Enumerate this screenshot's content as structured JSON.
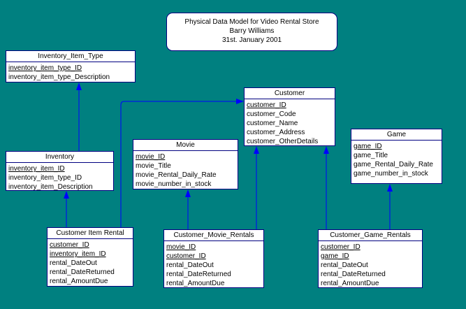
{
  "title": {
    "line1": "Physical Data Model for Video Rental Store",
    "line2": "Barry Williams",
    "line3": "31st. January 2001"
  },
  "colors": {
    "background": "#008080",
    "box_border": "#000080",
    "connector": "#0000ff"
  },
  "entities": {
    "inventory_item_type": {
      "name": "Inventory_Item_Type",
      "attributes": [
        {
          "label": "inventory_item_type_ID",
          "key": true
        },
        {
          "label": "inventory_item_type_Description",
          "key": false
        }
      ]
    },
    "inventory": {
      "name": "Inventory",
      "attributes": [
        {
          "label": "inventory_item_ID",
          "key": true
        },
        {
          "label": "inventory_item_type_ID",
          "key": false
        },
        {
          "label": "inventory_item_Description",
          "key": false
        }
      ]
    },
    "customer": {
      "name": "Customer",
      "attributes": [
        {
          "label": "customer_ID",
          "key": true
        },
        {
          "label": "customer_Code",
          "key": false
        },
        {
          "label": "customer_Name",
          "key": false
        },
        {
          "label": "customer_Address",
          "key": false
        },
        {
          "label": "customer_OtherDetails",
          "key": false
        }
      ]
    },
    "movie": {
      "name": "Movie",
      "attributes": [
        {
          "label": "movie_ID",
          "key": true
        },
        {
          "label": "movie_Title",
          "key": false
        },
        {
          "label": "movie_Rental_Daily_Rate",
          "key": false
        },
        {
          "label": "movie_number_in_stock",
          "key": false
        }
      ]
    },
    "game": {
      "name": "Game",
      "attributes": [
        {
          "label": "game_ID",
          "key": true
        },
        {
          "label": "game_Title",
          "key": false
        },
        {
          "label": "game_Rental_Daily_Rate",
          "key": false
        },
        {
          "label": "game_number_in_stock",
          "key": false
        }
      ]
    },
    "customer_item_rental": {
      "name": "Customer Item Rental",
      "attributes": [
        {
          "label": "customer_ID",
          "key": true
        },
        {
          "label": "inventory_item_ID",
          "key": true
        },
        {
          "label": "rental_DateOut",
          "key": false
        },
        {
          "label": "rental_DateReturned",
          "key": false
        },
        {
          "label": "rental_AmountDue",
          "key": false
        }
      ]
    },
    "customer_movie_rentals": {
      "name": "Customer_Movie_Rentals",
      "attributes": [
        {
          "label": "movie_ID",
          "key": true
        },
        {
          "label": "customer_ID",
          "key": true
        },
        {
          "label": "rental_DateOut",
          "key": false
        },
        {
          "label": "rental_DateReturned",
          "key": false
        },
        {
          "label": "rental_AmountDue",
          "key": false
        }
      ]
    },
    "customer_game_rentals": {
      "name": "Customer_Game_Rentals",
      "attributes": [
        {
          "label": "customer_ID",
          "key": true
        },
        {
          "label": "game_ID",
          "key": true
        },
        {
          "label": "rental_DateOut",
          "key": false
        },
        {
          "label": "rental_DateReturned",
          "key": false
        },
        {
          "label": "rental_AmountDue",
          "key": false
        }
      ]
    }
  },
  "relationships": [
    {
      "from": "inventory",
      "to": "inventory_item_type"
    },
    {
      "from": "customer_item_rental",
      "to": "inventory"
    },
    {
      "from": "customer_item_rental",
      "to": "customer"
    },
    {
      "from": "customer_movie_rentals",
      "to": "movie"
    },
    {
      "from": "customer_movie_rentals",
      "to": "customer"
    },
    {
      "from": "customer_game_rentals",
      "to": "customer"
    },
    {
      "from": "customer_game_rentals",
      "to": "game"
    }
  ]
}
